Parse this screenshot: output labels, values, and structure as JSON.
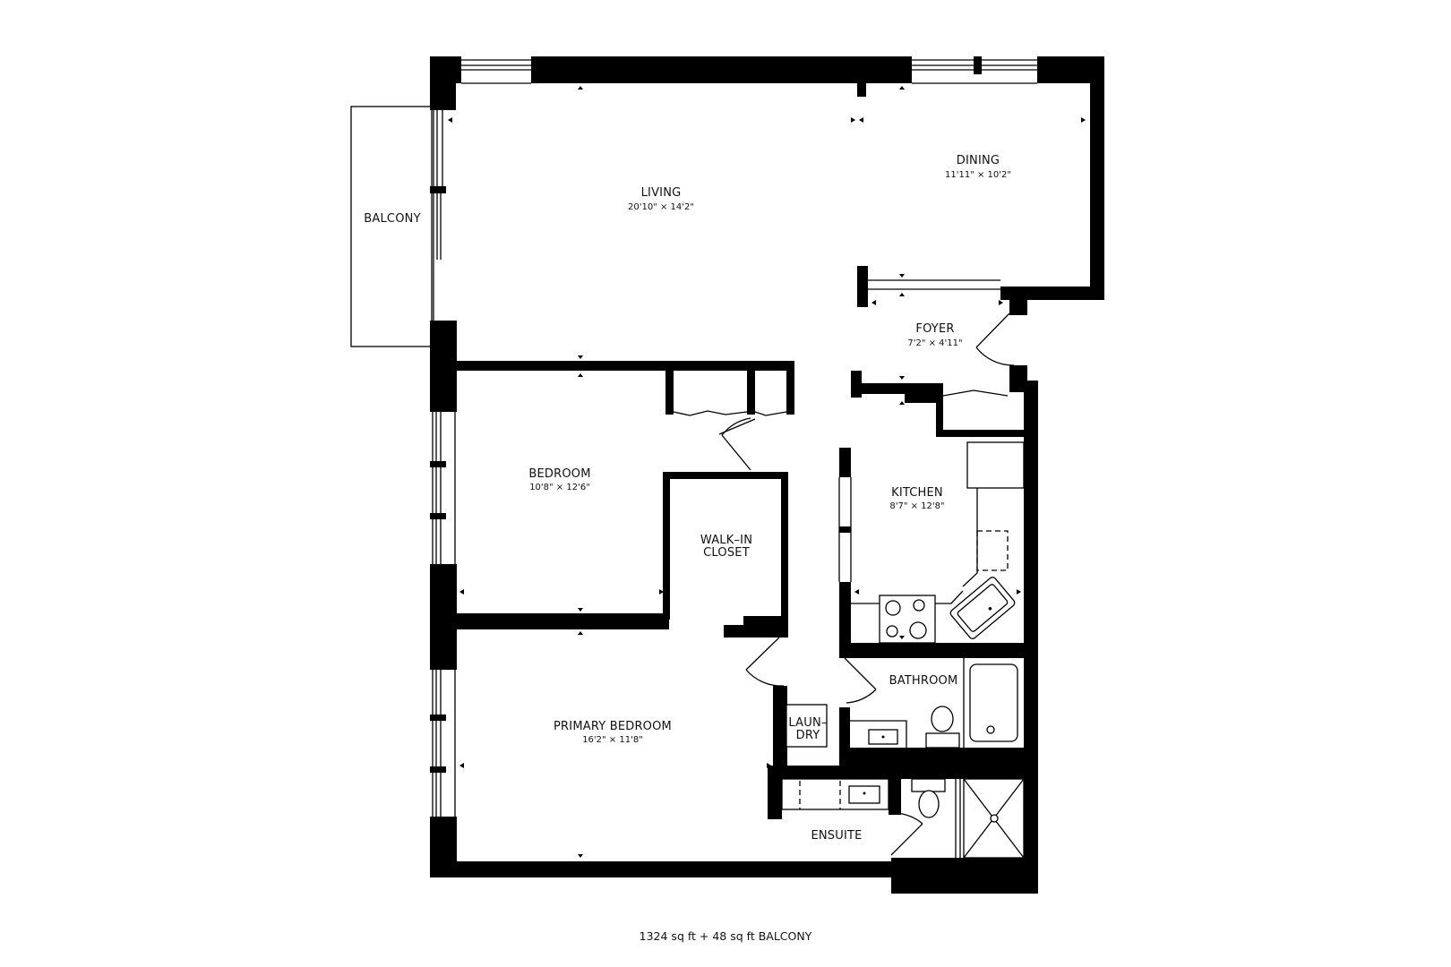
{
  "plan": {
    "rooms": [
      {
        "id": "living",
        "name": "LIVING",
        "dims": "20'10\" × 14'2\""
      },
      {
        "id": "dining",
        "name": "DINING",
        "dims": "11'11\" × 10'2\""
      },
      {
        "id": "balcony",
        "name": "BALCONY",
        "dims": ""
      },
      {
        "id": "foyer",
        "name": "FOYER",
        "dims": "7'2\" × 4'11\""
      },
      {
        "id": "bedroom",
        "name": "BEDROOM",
        "dims": "10'8\" × 12'6\""
      },
      {
        "id": "walk_in_closet",
        "name_line1": "WALK–IN",
        "name_line2": "CLOSET"
      },
      {
        "id": "kitchen",
        "name": "KITCHEN",
        "dims": "8'7\" × 12'8\""
      },
      {
        "id": "bathroom",
        "name": "BATHROOM",
        "dims": ""
      },
      {
        "id": "laundry",
        "name_line1": "LAUN–",
        "name_line2": "DRY"
      },
      {
        "id": "primary_bedroom",
        "name": "PRIMARY BEDROOM",
        "dims": "16'2\" × 11'8\""
      },
      {
        "id": "ensuite",
        "name": "ENSUITE",
        "dims": ""
      }
    ],
    "footer": "1324 sq ft + 48 sq ft BALCONY",
    "colors": {
      "wall": "#000000",
      "background": "#ffffff"
    }
  }
}
